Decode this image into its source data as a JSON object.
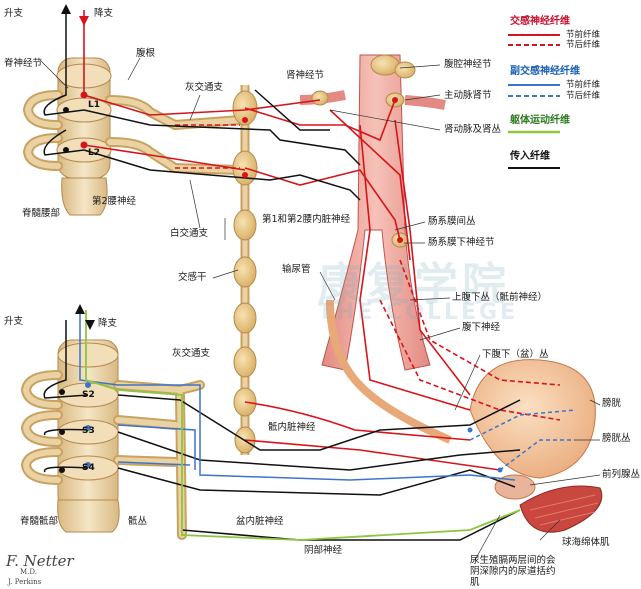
{
  "labels": {
    "ascending_top": "升支",
    "descending_top": "降支",
    "ascending_bottom": "升支",
    "descending_bottom": "降支",
    "spinal_ganglion": "脊神经节",
    "ventral_root": "腹根",
    "gray_ramus_top": "灰交通支",
    "gray_ramus_bottom": "灰交通支",
    "white_ramus": "白交通支",
    "l1": "L1",
    "l2": "L2",
    "s2": "S2",
    "s3": "S3",
    "s4": "S4",
    "lumbar_cord": "脊髓腰部",
    "l2_nerve": "第2腰神经",
    "lumbar_splanchnic": "第1和第2腰内脏神经",
    "sympathetic_trunk": "交感干",
    "renal_ganglion": "肾神经节",
    "celiac_ganglion": "腹腔神经节",
    "aorticorenal_ganglion": "主动脉肾节",
    "renal_plexus": "肾动脉及肾丛",
    "intermesenteric_plexus": "肠系膜间丛",
    "inferior_mesenteric_ganglion": "肠系膜下神经节",
    "ureter": "输尿管",
    "superior_hypogastric": "上腹下丛（骶前神经）",
    "hypogastric_nerve": "腹下神经",
    "inferior_hypogastric": "下腹下（盆）丛",
    "sacral_splanchnic": "骶内脏神经",
    "pelvic_splanchnic": "盆内脏神经",
    "pudendal_nerve": "阴部神经",
    "sacral_plexus": "骶丛",
    "sacral_cord": "脊髓骶部",
    "bladder": "膀胱",
    "vesical_plexus": "膀胱丛",
    "prostatic_plexus": "前列腺丛",
    "bulbospongiosus": "球海绵体肌",
    "urethral_sphincter_line1": "尿生殖膈两层间的会",
    "urethral_sphincter_line2": "阴深隙内的尿道括约",
    "urethral_sphincter_line3": "肌"
  },
  "legend": {
    "sympathetic_title": "交感神经纤维",
    "sympathetic_pre": "节前纤维",
    "sympathetic_post": "节后纤维",
    "parasympathetic_title": "副交感神经纤维",
    "parasympathetic_pre": "节前纤维",
    "parasympathetic_post": "节后纤维",
    "somatic_title": "躯体运动纤维",
    "afferent_title": "传入纤维"
  },
  "colors": {
    "sympathetic": "#d7141a",
    "parasympathetic": "#3d74c8",
    "somatic": "#8cc63f",
    "afferent": "#111111",
    "nerve_tan": "#e3c48a",
    "cord": "#eed9b0"
  },
  "watermark": {
    "cn": "康复学院",
    "en": "THE COLLEGE"
  },
  "signature": {
    "artist_script": "F. Netter",
    "artist_md": "M.D.",
    "assistant": "J. Perkins"
  }
}
